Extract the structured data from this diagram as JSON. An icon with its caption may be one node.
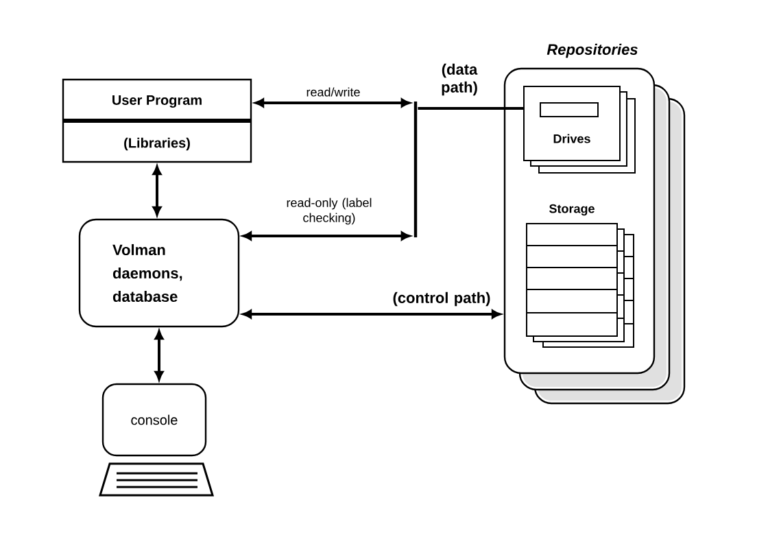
{
  "diagram": {
    "nodes": [
      {
        "text": [
          "User Program",
          "(Libraries)"
        ]
      },
      {
        "text": [
          "Volman daemons, database"
        ]
      },
      {
        "text": [
          "console"
        ]
      },
      {
        "text": [
          "Repositories"
        ]
      },
      {
        "text": [
          "Drives"
        ],
        "in": 3
      },
      {
        "text": [
          "Storage"
        ],
        "in": 3
      },
      {
        "text": [],
        "shape": "bar"
      }
    ],
    "edges": [
      {
        "from": 0,
        "to": 1,
        "arrow": "both"
      },
      {
        "from": 0,
        "to": 6,
        "arrow": "both",
        "label": "read/write"
      },
      {
        "from": 1,
        "to": 6,
        "arrow": "both",
        "label": "read-only (label checking)"
      },
      {
        "from": 1,
        "to": 3,
        "arrow": "both",
        "label": "(control path)"
      },
      {
        "from": 1,
        "to": 2,
        "arrow": "both"
      },
      {
        "from": 6,
        "to": 4,
        "arrow": "none",
        "label": "(data path)"
      }
    ]
  }
}
